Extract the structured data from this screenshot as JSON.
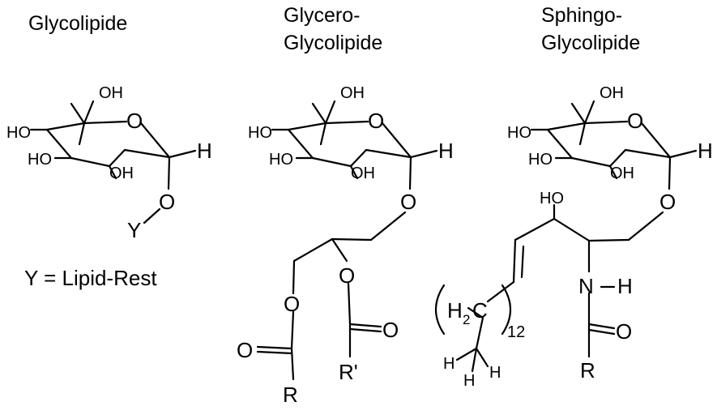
{
  "titles": {
    "glycolipid": "Glycolipide",
    "glycero_line1": "Glycero-",
    "glycero_line2": "Glycolipide",
    "sphingo_line1": "Sphingo-",
    "sphingo_line2": "Glycolipide"
  },
  "atoms": {
    "oh": "OH",
    "ho": "HO",
    "o": "O",
    "h": "H",
    "y": "Y",
    "r": "R",
    "r_prime": "R'",
    "n": "N",
    "h2": "H",
    "sub2": "2",
    "c": "C",
    "twelve": "12"
  },
  "legend": "Y = Lipid-Rest"
}
